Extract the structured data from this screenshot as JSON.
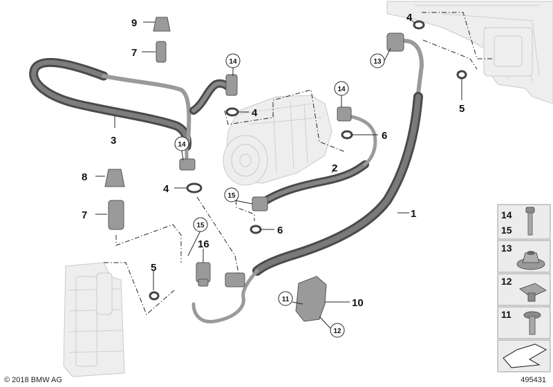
{
  "callouts": {
    "c1": "1",
    "c2": "2",
    "c3": "3",
    "c4a": "4",
    "c4b": "4",
    "c4c": "4",
    "c5a": "5",
    "c5b": "5",
    "c6a": "6",
    "c6b": "6",
    "c7a": "7",
    "c7b": "7",
    "c8": "8",
    "c9": "9",
    "c10": "10",
    "c11": "11",
    "c12": "12",
    "c13": "13",
    "c14a": "14",
    "c14b": "14",
    "c14c": "14",
    "c15": "15",
    "c15b": "15",
    "c16": "16"
  },
  "legend": {
    "row1_top": "14",
    "row1_bottom": "15",
    "row2": "13",
    "row3": "12",
    "row4": "11"
  },
  "footer": {
    "copyright": "© 2018 BMW AG",
    "diagram_number": "495431"
  }
}
